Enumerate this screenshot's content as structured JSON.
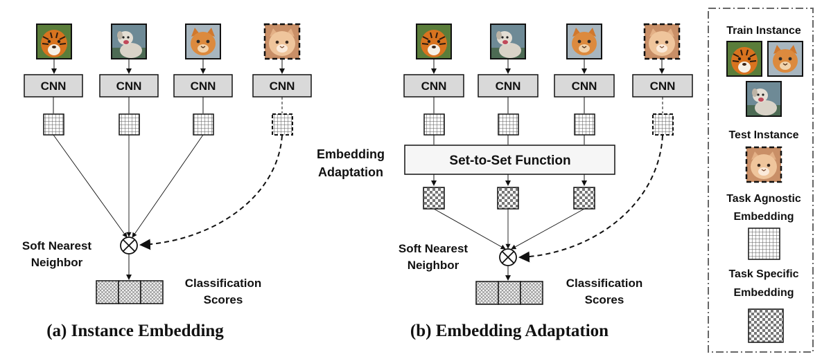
{
  "panel_a": {
    "caption": "(a) Instance Embedding",
    "cnn_label": "CNN",
    "operator_label_line1": "Soft Nearest",
    "operator_label_line2": "Neighbor",
    "scores_label_line1": "Classification",
    "scores_label_line2": "Scores"
  },
  "panel_b": {
    "caption": "(b) Embedding Adaptation",
    "cnn_label": "CNN",
    "adaptation_label_line1": "Embedding",
    "adaptation_label_line2": "Adaptation",
    "set_function_label": "Set-to-Set Function",
    "operator_label_line1": "Soft Nearest",
    "operator_label_line2": "Neighbor",
    "scores_label_line1": "Classification",
    "scores_label_line2": "Scores"
  },
  "legend": {
    "train_instance": "Train Instance",
    "test_instance": "Test Instance",
    "task_agnostic_line1": "Task Agnostic",
    "task_agnostic_line2": "Embedding",
    "task_specific_line1": "Task Specific",
    "task_specific_line2": "Embedding"
  },
  "images": [
    "tiger",
    "dog",
    "cat",
    "test-cat"
  ],
  "colors": {
    "cnn_box": "#d9d9d9",
    "tiger": "#c8661f",
    "dog": "#b9b3a8",
    "cat": "#d69a5c",
    "test_cat": "#e0b48e"
  }
}
